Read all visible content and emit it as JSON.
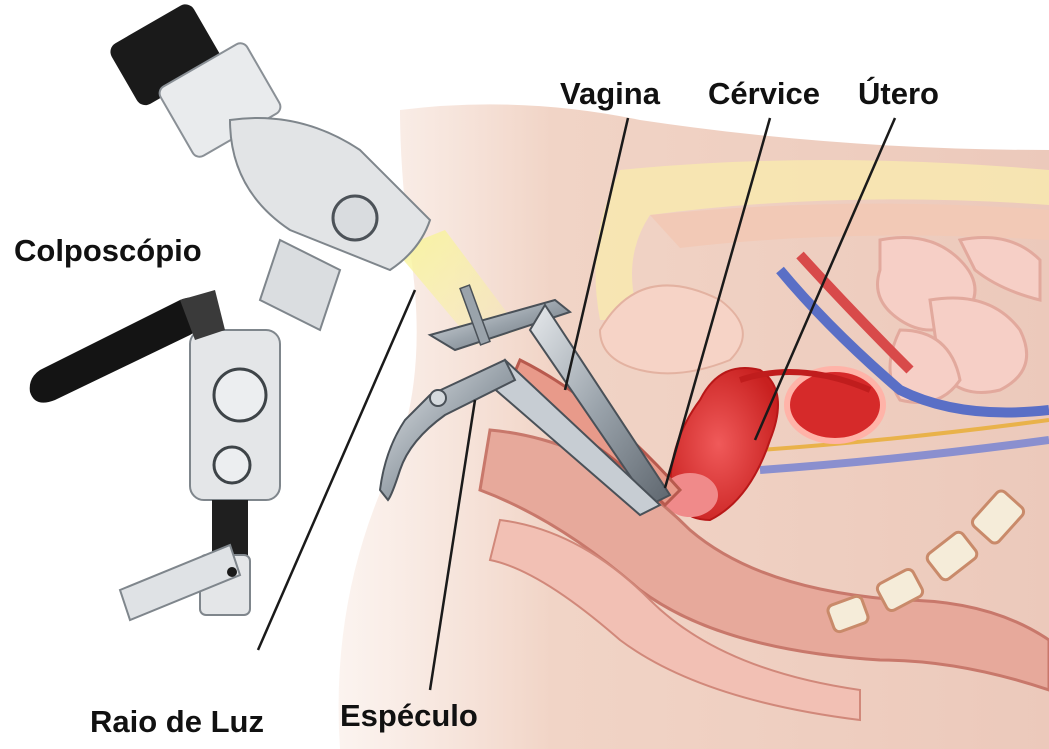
{
  "labels": {
    "vagina": "Vagina",
    "cervice": "Cérvice",
    "utero": "Útero",
    "colposcope": "Colposcópio",
    "light_beam": "Raio de Luz",
    "speculum": "Espéculo"
  },
  "colors": {
    "skin": "#f3d9cc",
    "fat": "#f7e7b0",
    "uterus": "#e0303a",
    "vessel_red": "#d84a4a",
    "vessel_blue": "#5a6fc6",
    "light_beam": "#f7f19a",
    "instrument_metal": "#b8bfc6"
  }
}
